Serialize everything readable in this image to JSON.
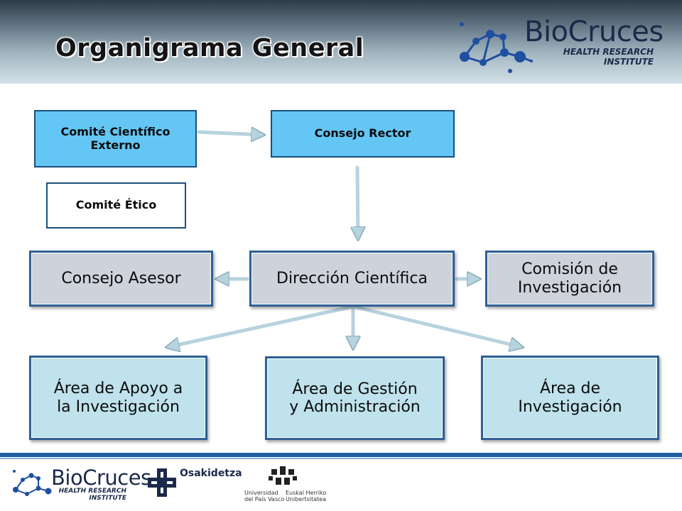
{
  "slide": {
    "title": "Organigrama General"
  },
  "header_logo": {
    "name": "BioCruces",
    "subtitle_line1": "HEALTH RESEARCH",
    "subtitle_line2": "INSTITUTE"
  },
  "org_chart": {
    "nodes": [
      {
        "id": "comite-cientifico",
        "label": "Comité Científico Externo",
        "style": "blue"
      },
      {
        "id": "consejo-rector",
        "label": "Consejo Rector",
        "style": "blue"
      },
      {
        "id": "comite-etico",
        "label": "Comité Ético",
        "style": "white"
      },
      {
        "id": "consejo-asesor",
        "label": "Consejo Asesor",
        "style": "grey"
      },
      {
        "id": "direccion-cientifica",
        "label": "Dirección Científica",
        "style": "grey"
      },
      {
        "id": "comision-investigacion",
        "label": "Comisión de Investigación",
        "style": "grey"
      },
      {
        "id": "area-apoyo",
        "label": "Área de Apoyo a la Investigación",
        "style": "teal"
      },
      {
        "id": "area-gestion",
        "label": "Área de Gestión y Administración",
        "style": "teal"
      },
      {
        "id": "area-investigacion",
        "label": "Área de Investigación",
        "style": "teal"
      }
    ],
    "edges": [
      {
        "from": "comite-cientifico",
        "to": "consejo-rector"
      },
      {
        "from": "consejo-rector",
        "to": "direccion-cientifica"
      },
      {
        "from": "direccion-cientifica",
        "to": "consejo-asesor"
      },
      {
        "from": "direccion-cientifica",
        "to": "comision-investigacion"
      },
      {
        "from": "direccion-cientifica",
        "to": "area-apoyo"
      },
      {
        "from": "direccion-cientifica",
        "to": "area-gestion"
      },
      {
        "from": "direccion-cientifica",
        "to": "area-investigacion"
      }
    ]
  },
  "labels": {
    "comite_cientifico_l1": "Comité Científico",
    "comite_cientifico_l2": "Externo",
    "consejo_rector": "Consejo Rector",
    "comite_etico": "Comité Ético",
    "consejo_asesor": "Consejo Asesor",
    "direccion_cientifica": "Dirección Científica",
    "comision_l1": "Comisión de",
    "comision_l2": "Investigación",
    "apoyo_l1": "Área de Apoyo a",
    "apoyo_l2": "la Investigación",
    "gestion_l1": "Área de Gestión",
    "gestion_l2": "y Administración",
    "investigacion_l1": "Área de",
    "investigacion_l2": "Investigación"
  },
  "footer": {
    "biocruces_name": "BioCruces",
    "biocruces_sub1": "HEALTH RESEARCH",
    "biocruces_sub2": "INSTITUTE",
    "osakidetza": "Osakidetza",
    "upv_line1": "Universidad",
    "upv_line2": "del País Vasco",
    "ehu_line1": "Euskal Herriko",
    "ehu_line2": "Unibertsitatea"
  },
  "colors": {
    "accent_blue": "#63c6f4",
    "box_grey": "#cdd2db",
    "box_teal": "#bfe2ec",
    "border": "#2e5f95",
    "connector": "#b7d3dd",
    "footer_line": "#1f5fa2",
    "logo_navy": "#1b2a4a"
  }
}
